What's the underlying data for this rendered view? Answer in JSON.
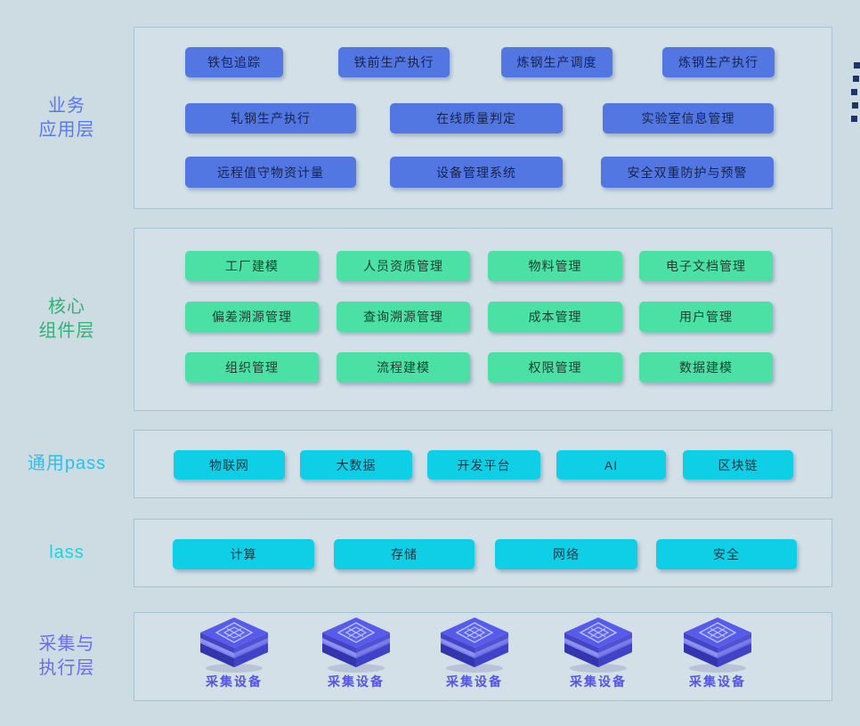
{
  "layers": [
    {
      "id": "business-app-layer",
      "label_lines": [
        "业务",
        "应用层"
      ],
      "label_color": "#5b79e6",
      "chip_bg": "#5277e2",
      "chip_text": "#17244d",
      "buttons": [
        "铁包追踪",
        "铁前生产执行",
        "炼钢生产调度",
        "炼钢生产执行",
        "轧钢生产执行",
        "在线质量判定",
        "实验室信息管理",
        "远程值守物资计量",
        "设备管理系统",
        "安全双重防护与预警"
      ]
    },
    {
      "id": "core-components-layer",
      "label_lines": [
        "核心",
        "组件层"
      ],
      "label_color": "#30b274",
      "chip_bg": "#4be0a4",
      "chip_text": "#203c34",
      "buttons": [
        "工厂建模",
        "人员资质管理",
        "物料管理",
        "电子文档管理",
        "偏差溯源管理",
        "查询溯源管理",
        "成本管理",
        "用户管理",
        "组织管理",
        "流程建模",
        "权限管理",
        "数据建模"
      ]
    },
    {
      "id": "paas-layer",
      "label_lines": [
        "通用pass"
      ],
      "label_color": "#27c1ee",
      "chip_bg": "#0fcfe6",
      "chip_text": "#123a46",
      "buttons": [
        "物联网",
        "大数据",
        "开发平台",
        "AI",
        "区块链"
      ]
    },
    {
      "id": "iaas-layer",
      "label_lines": [
        "lass"
      ],
      "label_color": "#15d7e0",
      "chip_bg": "#0fcfe6",
      "chip_text": "#123a46",
      "buttons": [
        "计算",
        "存储",
        "网络",
        "安全"
      ]
    },
    {
      "id": "collection-execution-layer",
      "label_lines": [
        "采集与",
        "执行层"
      ],
      "label_color": "#6b6cf0",
      "device_label_color": "#5457dd",
      "devices": [
        "采集设备",
        "采集设备",
        "采集设备",
        "采集设备",
        "采集设备"
      ]
    }
  ],
  "decoration": {
    "dash_color": "#1c3566",
    "dash_count": 5
  },
  "colors": {
    "page_bg": "#cddbe3",
    "panel_border": "#a6c3d4",
    "blue_chip": "#5277e2",
    "green_chip": "#4be0a4",
    "cyan_chip": "#0fcfe6"
  }
}
